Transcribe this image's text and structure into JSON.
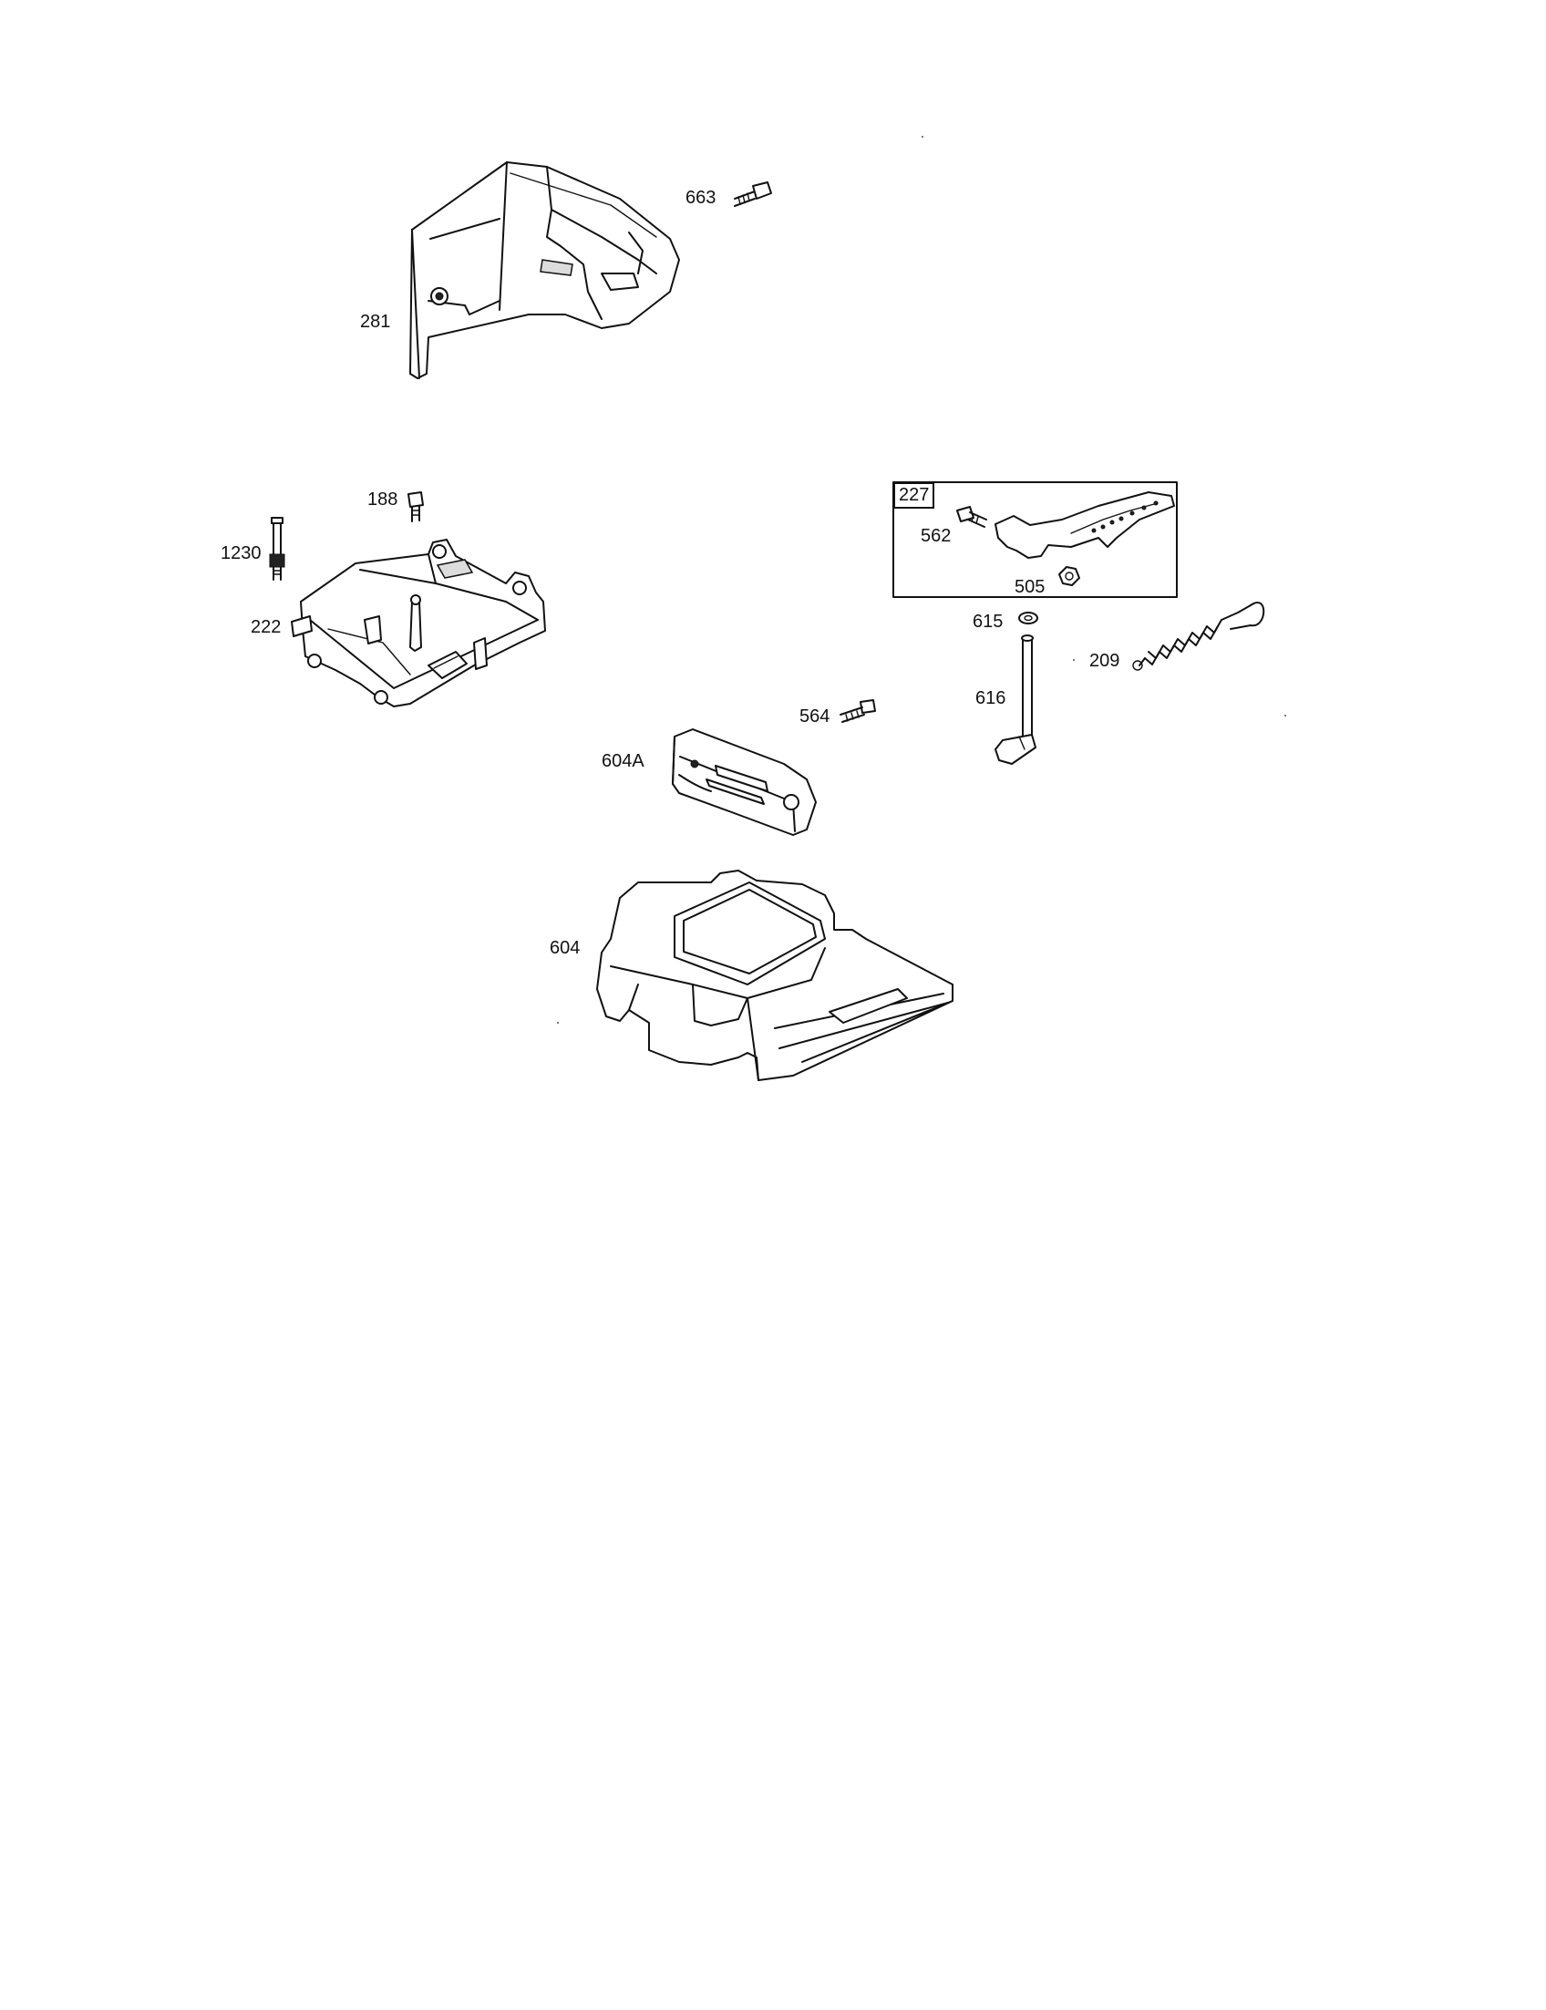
{
  "callouts": {
    "p663": "663",
    "p281": "281",
    "p188": "188",
    "p1230": "1230",
    "p222": "222",
    "p227": "227",
    "p562": "562",
    "p505": "505",
    "p615": "615",
    "p209": "209",
    "p616": "616",
    "p564": "564",
    "p604A": "604A",
    "p604": "604"
  },
  "icons": {
    "bolt": "bolt-icon",
    "spring": "spring-icon",
    "nut": "nut-icon"
  }
}
